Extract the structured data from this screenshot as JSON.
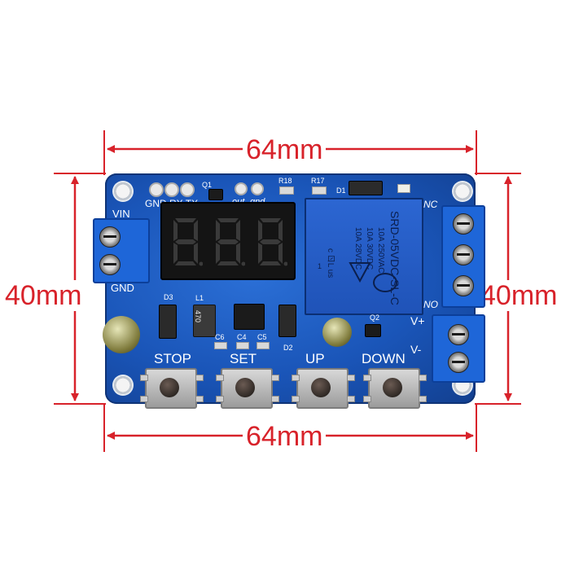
{
  "dimensions": {
    "top_width": "64mm",
    "bottom_width": "64mm",
    "left_height": "40mm",
    "right_height": "40mm"
  },
  "silkscreen": {
    "header_pins": "GND RX TX",
    "q1": "Q1",
    "out": "out",
    "gnd": "gnd",
    "r18": "R18",
    "r17": "R17",
    "d1": "D1",
    "vin": "VIN",
    "gnd_terminal": "GND",
    "nc": "NC",
    "no": "NO",
    "v_plus": "V+",
    "v_minus": "V-",
    "d3": "D3",
    "l1": "L1",
    "d2": "D2",
    "c6": "C6",
    "c4": "C4",
    "c5": "C5",
    "q2": "Q2"
  },
  "display": {
    "digits": [
      "8.",
      "8.",
      "8."
    ]
  },
  "relay": {
    "model": "SRD-05VDC-SL-C",
    "rating_1": "10A 250VAC",
    "rating_2": "10A 30VDC",
    "rating_3": "10A 28VDC",
    "cert": "c ㄖL us",
    "pin_mark": "1"
  },
  "inductor_label": "470",
  "buttons": {
    "stop": "STOP",
    "set": "SET",
    "up": "UP",
    "down": "DOWN"
  },
  "colors": {
    "dimension": "#d8222a",
    "board": "#1a55b8",
    "terminal": "#1e66d8"
  }
}
